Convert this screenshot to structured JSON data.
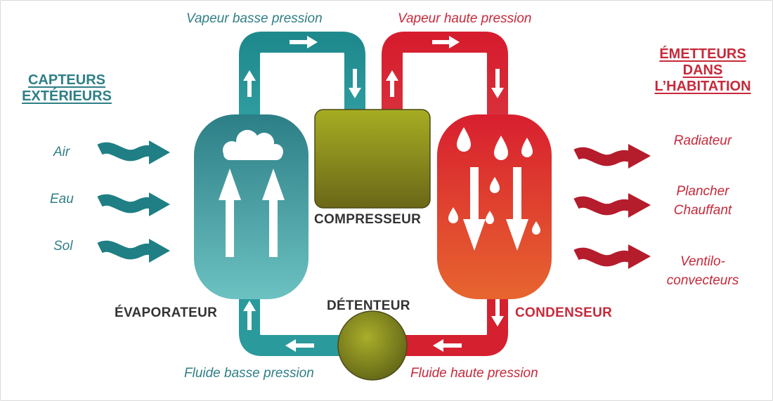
{
  "colors": {
    "teal": "#2a8f92",
    "red": "#d31f2f",
    "olive": "#8a8f1a",
    "dark": "#333333",
    "left_text": "#2f7f86",
    "right_text": "#c7293a"
  },
  "labels": {
    "vapeur_basse": "Vapeur basse pression",
    "vapeur_haute": "Vapeur haute pression",
    "fluide_basse": "Fluide basse pression",
    "fluide_haute": "Fluide haute pression"
  },
  "left_panel": {
    "title_line1": "CAPTEURS",
    "title_line2": "EXTÉRIEURS",
    "sources": [
      "Air",
      "Eau",
      "Sol"
    ]
  },
  "right_panel": {
    "title_line1": "ÉMETTEURS",
    "title_line2": "DANS",
    "title_line3": "L’HABITATION",
    "emitters": [
      {
        "line1": "Radiateur",
        "line2": ""
      },
      {
        "line1": "Plancher",
        "line2": "Chauffant"
      },
      {
        "line1": "Ventilo-",
        "line2": "convecteurs"
      }
    ]
  },
  "components": {
    "compresseur": "COMPRESSEUR",
    "evaporateur": "ÉVAPORATEUR",
    "condenseur": "CONDENSEUR",
    "detendeur": "DÉTENTEUR"
  },
  "icons": {
    "cloud": "cloud-icon",
    "drops": "water-drop-icon",
    "flow": "flow-arrow-icon",
    "wave": "wavy-arrow-icon"
  }
}
